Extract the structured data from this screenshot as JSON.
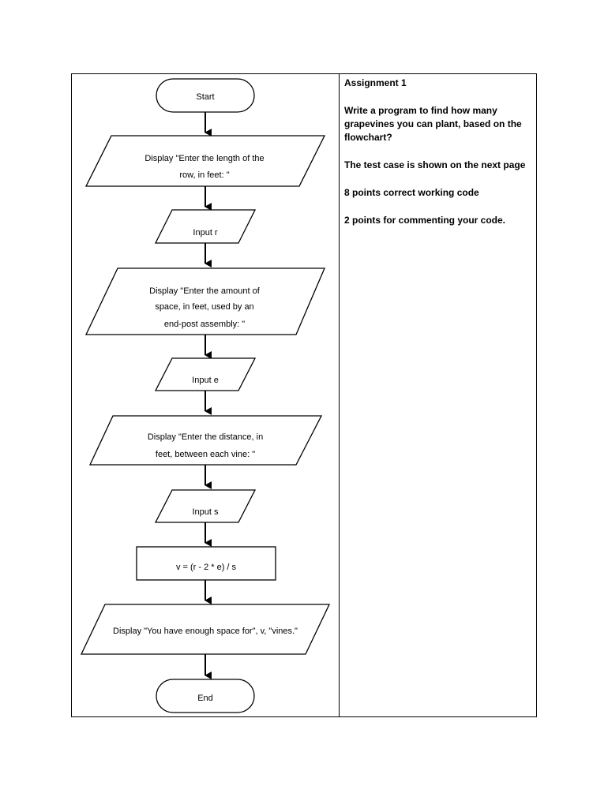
{
  "flowchart": {
    "start_label": "Start",
    "display_length_line1": "Display \"Enter the length of the",
    "display_length_line2": "row, in feet: \"",
    "input_r": "Input r",
    "display_endpost_line1": "Display \"Enter the amount of",
    "display_endpost_line2": "space, in feet, used by an",
    "display_endpost_line3": "end-post assembly: \"",
    "input_e": "Input e",
    "display_distance_line1": "Display \"Enter the distance, in",
    "display_distance_line2": "feet, between each vine: \"",
    "input_s": "Input s",
    "process_formula": "v = (r - 2 * e) / s",
    "display_result": "Display \"You have enough space for\", v, \"vines.\"",
    "end_label": "End"
  },
  "assignment": {
    "title": "Assignment 1",
    "description": "Write a program to find how many grapevines you can plant, based on the flowchart?",
    "test_case_note": "The test case is shown on the next page",
    "points_code": "8  points correct working code",
    "points_comments": "2 points for commenting your code."
  }
}
